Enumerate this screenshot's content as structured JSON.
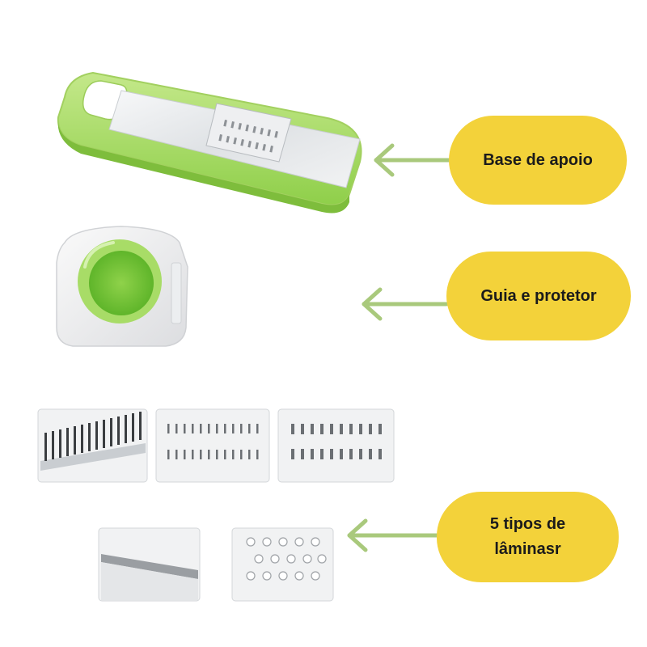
{
  "labels": {
    "base": "Base de apoio",
    "guard": "Guia e protetor",
    "blades_line1": "5 tipos de",
    "blades_line2": "lâminasr"
  },
  "colors": {
    "pill": "#f3d23a",
    "arrow": "#a9c97c",
    "green": "#8fd14f",
    "steel": "#e6e8ea"
  },
  "items": [
    "base-de-apoio",
    "guia-e-protetor",
    "laminas"
  ]
}
